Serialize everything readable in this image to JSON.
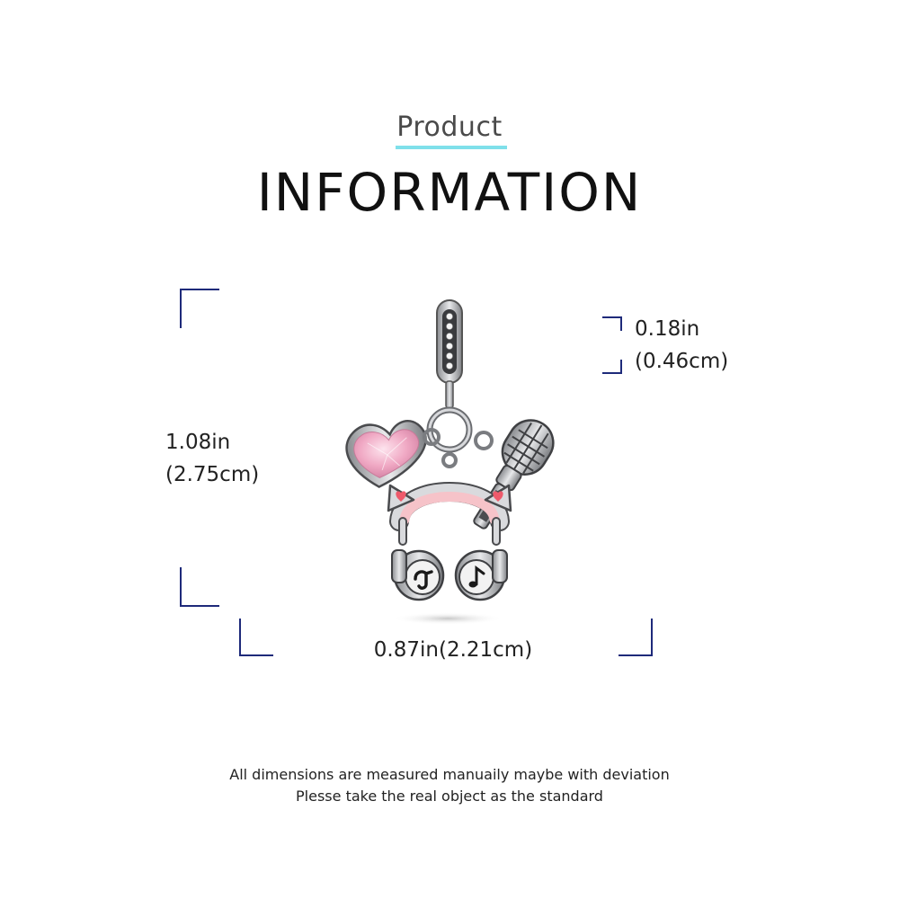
{
  "header": {
    "subtitle": "Product",
    "title": "INFORMATION"
  },
  "dimensions": {
    "height_in": "1.08in",
    "height_cm": "(2.75cm)",
    "thickness_in": "0.18in",
    "thickness_cm": "(0.46cm)",
    "width": "0.87in(2.21cm)"
  },
  "notes": {
    "line1": "All dimensions are measured manuaily maybe with deviation",
    "line2": "Plesse take the real object as the standard"
  },
  "colors": {
    "accent_underline": "#7fe0ea",
    "bracket": "#1e2a7a",
    "gem_pink": "#f4b8cf",
    "enamel_pink": "#f7c6cc",
    "silver": "#c9cbcf"
  },
  "product": {
    "icon": "charm-pendant-headphones-heart-microphone"
  }
}
